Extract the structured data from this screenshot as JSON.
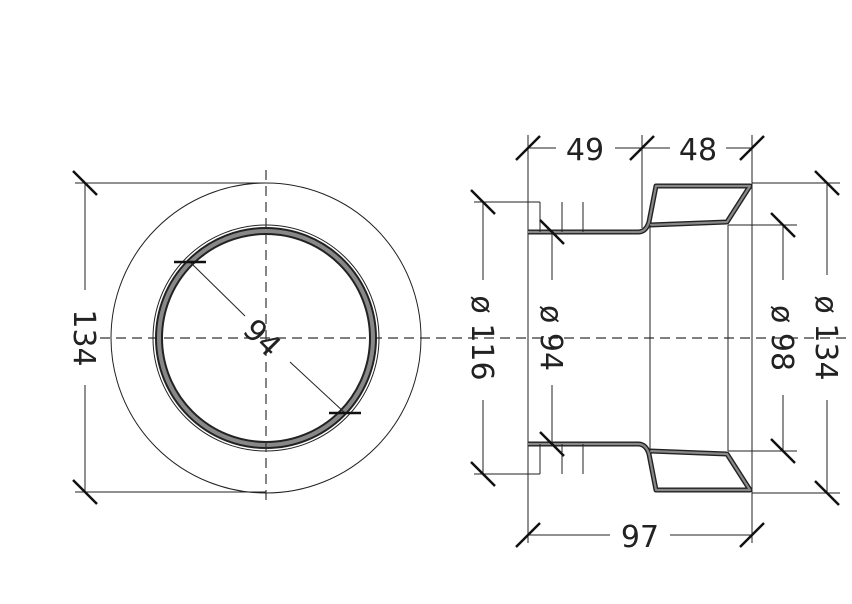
{
  "front_view": {
    "diameter_outer": "134",
    "diameter_inner": "94"
  },
  "side_view": {
    "length_left": "49",
    "length_right": "48",
    "length_total": "97",
    "dia_flange": "ø 116",
    "dia_inner": "ø 94",
    "dia_socket": "ø 98",
    "dia_outer": "ø 134"
  }
}
